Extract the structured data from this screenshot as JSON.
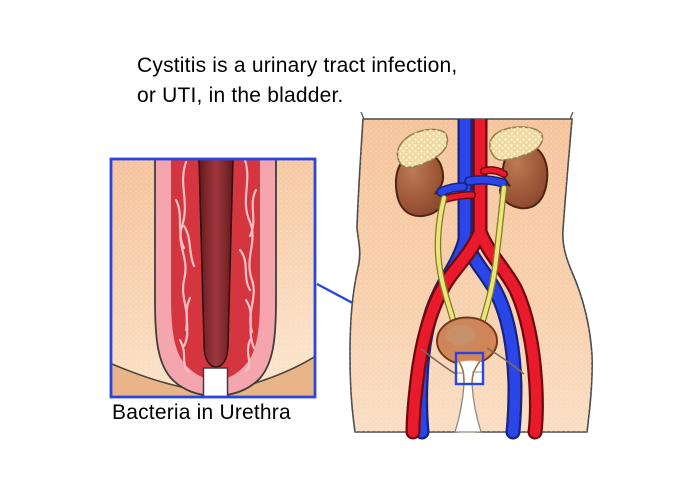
{
  "figure": {
    "title_line1": "Cystitis is a urinary tract infection,",
    "title_line2": "or UTI, in the bladder.",
    "inset_caption": "Bacteria in Urethra"
  },
  "colors": {
    "highlight_blue": "#2946E1",
    "skin_peach": "#F6C8A2",
    "artery_red": "#E81A2B",
    "vein_blue": "#2B46E8",
    "kidney_brown": "#9A5638",
    "adrenal_cream": "#EFD9A2",
    "ureter_yellow": "#EDE47A",
    "bladder_orange": "#DD8551",
    "urethra_wall_pink": "#F4A5AD",
    "urethra_tissue_red": "#D4353E",
    "urethra_lumen_maroon": "#7E262B"
  }
}
